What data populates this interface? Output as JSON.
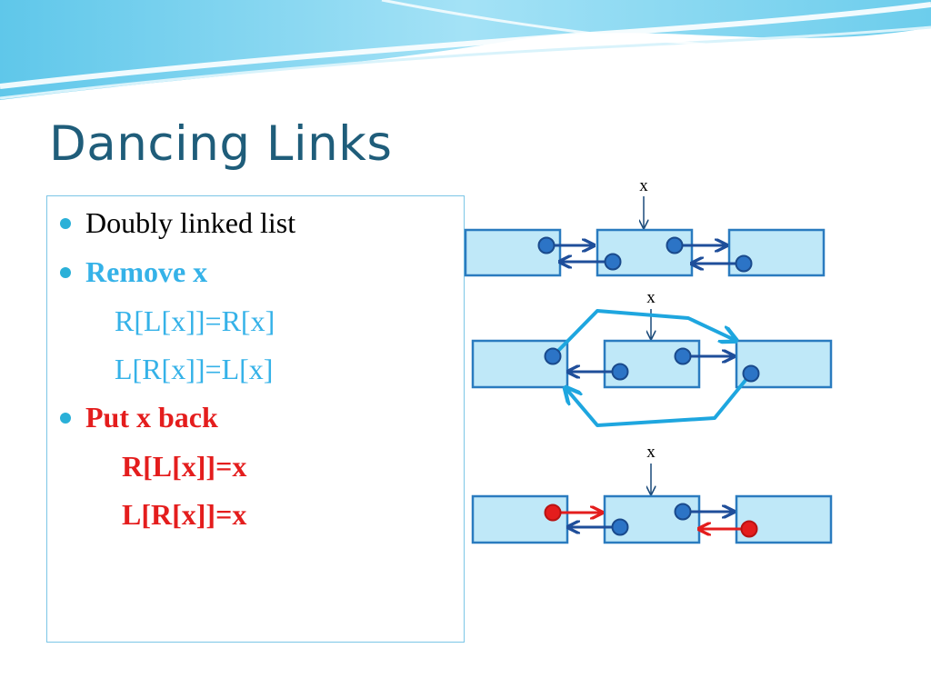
{
  "slide": {
    "title": "Dancing Links",
    "bullets": [
      {
        "text": "Doubly linked list"
      },
      {
        "text": "Remove x",
        "sub": [
          "R[L[x]]=R[x]",
          "L[R[x]]=L[x]"
        ]
      },
      {
        "text": "Put x back",
        "sub": [
          "R[L[x]]=x",
          "L[R[x]]=x"
        ]
      }
    ]
  },
  "diagram": {
    "pointer_label": "x",
    "colors": {
      "node_fill": "#bfe8f8",
      "node_stroke": "#2a7bbf",
      "link_dark": "#1f4e9a",
      "link_light": "#1ea6df",
      "restore": "#e41d1d"
    }
  }
}
